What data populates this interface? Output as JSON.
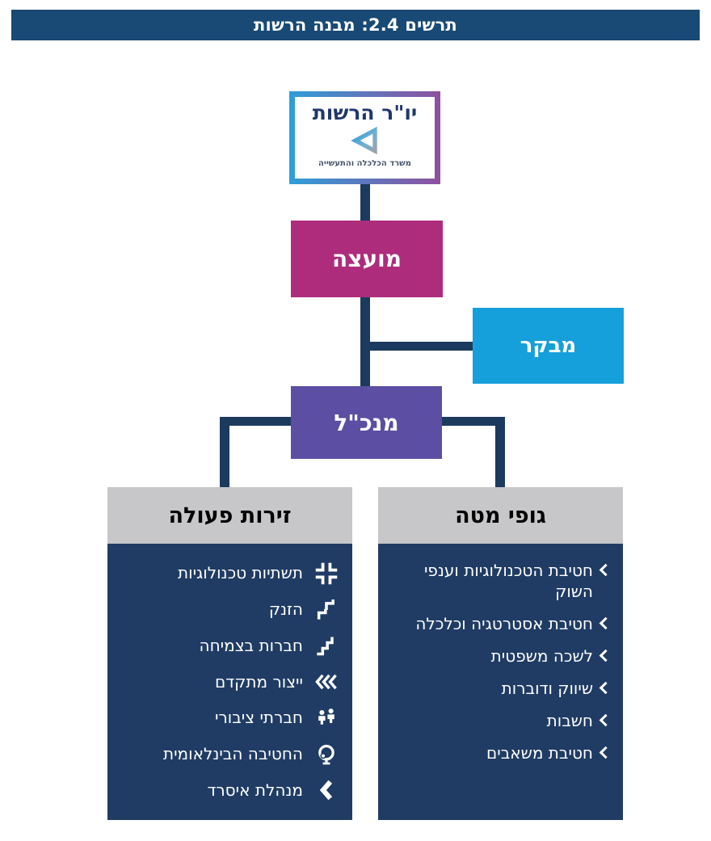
{
  "title_bar": {
    "text": "תרשים 2.4: מבנה הרשות"
  },
  "org": {
    "chairman": {
      "label": "יו\"ר הרשות",
      "logo_caption": "משרד הכלכלה והתעשייה",
      "logo_icon": "ministry-triangle-logo"
    },
    "council": {
      "label": "מועצה"
    },
    "auditor": {
      "label": "מבקר"
    },
    "ceo": {
      "label": "מנכ\"ל"
    }
  },
  "columns": {
    "arenas": {
      "header": "זירות פעולה",
      "items": [
        {
          "label": "תשתיות טכנולוגיות",
          "icon": "converging-arrows-icon"
        },
        {
          "label": "הזנק",
          "icon": "ascending-steps-arrows-icon"
        },
        {
          "label": "חברות בצמיחה",
          "icon": "stairs-growth-icon"
        },
        {
          "label": "ייצור מתקדם",
          "icon": "triple-chevron-left-icon"
        },
        {
          "label": "חברתי ציבורי",
          "icon": "people-icon"
        },
        {
          "label": "החטיבה הבינלאומית",
          "icon": "globe-icon"
        },
        {
          "label": "מנהלת איסרד",
          "icon": "chevron-left-icon"
        }
      ]
    },
    "staff": {
      "header": "גופי מטה",
      "bullet_icon": "chevron-left-icon",
      "items": [
        {
          "label": "חטיבת הטכנולוגיות וענפי השוק"
        },
        {
          "label": "חטיבת אסטרטגיה וכלכלה"
        },
        {
          "label": "לשכה משפטית"
        },
        {
          "label": "שיווק ודוברות"
        },
        {
          "label": "חשבות"
        },
        {
          "label": "חטיבת משאבים"
        }
      ]
    }
  },
  "colors": {
    "title_bar_bg": "#184a75",
    "connector": "#1c3a5e",
    "council_bg": "#ad2d7c",
    "auditor_bg": "#16a0db",
    "ceo_bg": "#5b4ea3",
    "column_header_bg": "#c7c7c9",
    "column_body_bg": "#203c64",
    "chairman_border_start": "#2e9ed9",
    "chairman_border_end": "#8e509f"
  }
}
